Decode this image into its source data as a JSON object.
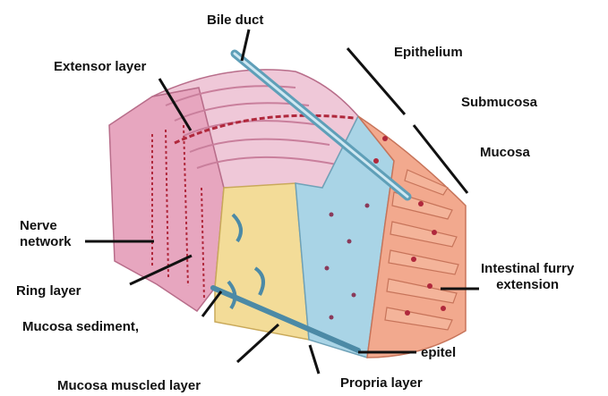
{
  "labels": {
    "bile_duct": "Bile duct",
    "epithelium": "Epithelium",
    "extensor_layer": "Extensor layer",
    "submucosa": "Submucosa",
    "mucosa": "Mucosa",
    "nerve_network_line1": "Nerve",
    "nerve_network_line2": "network",
    "ring_layer": "Ring layer",
    "intestinal_line1": "Intestinal furry",
    "intestinal_line2": "extension",
    "mucosa_sediment": "Mucosa sediment,",
    "epitel": "epitel",
    "mucosa_muscled_layer": "Mucosa muscled layer",
    "propria_layer": "Propria layer"
  },
  "colors": {
    "outer_muscle": "#e7a6bf",
    "top_surface": "#efc8d8",
    "yellow_layer": "#f3dc98",
    "blue_layer": "#a9d4e6",
    "villi": "#f2a98e",
    "duct": "#7fb8cf",
    "vessel_red": "#b0283c"
  }
}
